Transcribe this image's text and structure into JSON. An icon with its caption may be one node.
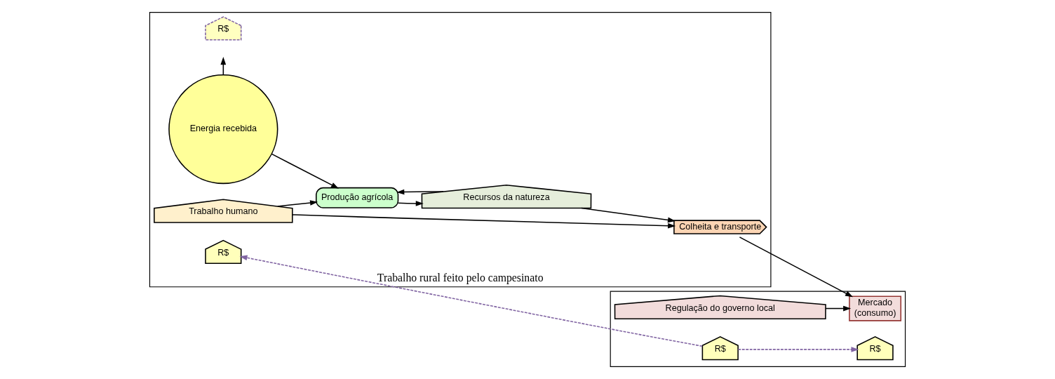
{
  "diagram": {
    "nodes": [
      {
        "text": [
          "Trabalho rural feito pelo campesinato"
        ]
      },
      {
        "text": [],
        "shape": "box"
      },
      {
        "text": [
          "R$"
        ],
        "in": 0
      },
      {
        "text": [
          "Energia recebida"
        ],
        "in": 0
      },
      {
        "text": [
          "Produção agrícola"
        ],
        "in": 0
      },
      {
        "text": [
          "Recursos da natureza"
        ],
        "in": 0
      },
      {
        "text": [
          "Trabalho humano"
        ],
        "in": 0
      },
      {
        "text": [
          "R$"
        ],
        "in": 0
      },
      {
        "text": [
          "Colheita e transporte"
        ],
        "in": 0
      },
      {
        "text": [
          "Regulação do governo local"
        ],
        "in": 1
      },
      {
        "text": [
          "R$"
        ],
        "in": 1
      },
      {
        "text": [
          "R$"
        ],
        "in": 1
      },
      {
        "text": [
          "Mercado",
          "(consumo)"
        ],
        "in": 1
      }
    ],
    "edges": [
      {
        "from": 3,
        "to": 4,
        "arrow": "to"
      },
      {
        "from": 3,
        "to": null,
        "arrow": "to"
      },
      {
        "from": 6,
        "to": 4,
        "arrow": "to"
      },
      {
        "from": 5,
        "to": 4,
        "arrow": "to"
      },
      {
        "from": 4,
        "to": 5,
        "arrow": "to"
      },
      {
        "from": 5,
        "to": 8,
        "arrow": "to"
      },
      {
        "from": 6,
        "to": 8,
        "arrow": "to"
      },
      {
        "from": 8,
        "to": 12,
        "arrow": "to"
      },
      {
        "from": 9,
        "to": 12,
        "arrow": "to"
      },
      {
        "from": 11,
        "to": 7,
        "arrow": "to",
        "style": "dashed",
        "color": "#8064a2"
      },
      {
        "from": 11,
        "to": 10,
        "arrow": "to",
        "style": "dashed",
        "color": "#8064a2"
      }
    ]
  }
}
